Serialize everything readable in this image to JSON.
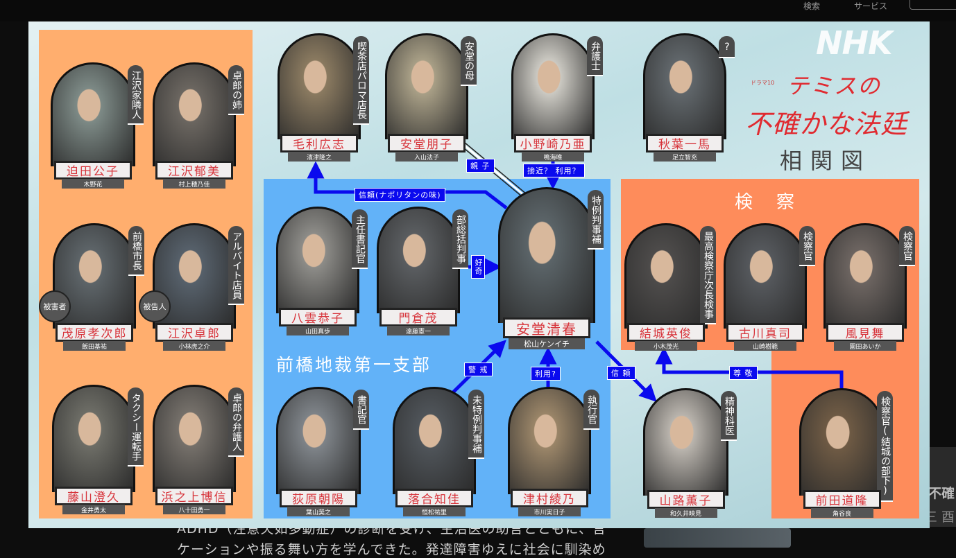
{
  "page": {
    "nav": {
      "search": "検索",
      "services": "サービス"
    },
    "background_text": [
      "ADHD（注意欠如多動症）の診断を受け、主治医の助言とともに、言",
      "ケーションや振る舞い方を学んできた。発達障害ゆえに社会に馴染め"
    ],
    "side_text": [
      "不確",
      "三 酉"
    ]
  },
  "chart": {
    "logo": "NHK",
    "series_label": "ドラマ10",
    "title_line1": "テミスの",
    "title_line2": "不確かな法廷",
    "subtitle": "相関図",
    "groups": {
      "court": "前橋地裁第一支部",
      "prosecution": "検　察"
    },
    "characters": [
      {
        "name": "迫田公子",
        "actor": "木野花",
        "role": "江沢家隣人"
      },
      {
        "name": "江沢郁美",
        "actor": "村上穂乃佳",
        "role": "卓郎の姉"
      },
      {
        "name": "茂原孝次郎",
        "actor": "飯田基祐",
        "role": "前橋市長",
        "badge": "被害者"
      },
      {
        "name": "江沢卓郎",
        "actor": "小林虎之介",
        "role": "アルバイト店員",
        "badge": "被告人"
      },
      {
        "name": "藤山澄久",
        "actor": "金井勇太",
        "role": "タクシー運転手"
      },
      {
        "name": "浜之上博信",
        "actor": "八十田勇一",
        "role": "卓郎の弁護人"
      },
      {
        "name": "毛利広志",
        "actor": "濱津隆之",
        "role": "喫茶店パロマ店長"
      },
      {
        "name": "安堂朋子",
        "actor": "入山法子",
        "role": "安堂の母"
      },
      {
        "name": "小野崎乃亜",
        "actor": "鳴海唯",
        "role": "弁護士"
      },
      {
        "name": "秋葉一馬",
        "actor": "足立智充",
        "role": "?"
      },
      {
        "name": "八雲恭子",
        "actor": "山田真歩",
        "role": "主任書記官"
      },
      {
        "name": "門倉茂",
        "actor": "遠藤憲一",
        "role": "部総括判事"
      },
      {
        "name": "安堂清春",
        "actor": "松山ケンイチ",
        "role": "特例判事補"
      },
      {
        "name": "荻原朝陽",
        "actor": "葉山奨之",
        "role": "書記官"
      },
      {
        "name": "落合知佳",
        "actor": "恒松祐里",
        "role": "未特例判事補"
      },
      {
        "name": "津村綾乃",
        "actor": "市川実日子",
        "role": "執行官"
      },
      {
        "name": "山路薫子",
        "actor": "和久井映見",
        "role": "精神科医"
      },
      {
        "name": "結城英俊",
        "actor": "小木茂光",
        "role": "最高検察庁次長検事"
      },
      {
        "name": "古川真司",
        "actor": "山崎樹範",
        "role": "検察官"
      },
      {
        "name": "風見舞",
        "actor": "園田あいか",
        "role": "検察官"
      },
      {
        "name": "前田道隆",
        "actor": "角谷良",
        "role": "検察官(結城の部下)"
      }
    ],
    "relations": [
      {
        "from": "安堂清春",
        "to": "毛利広志",
        "label": "信頼(ナポリタンの味)"
      },
      {
        "from": "安堂朋子",
        "to": "安堂清春",
        "label": "親 子"
      },
      {
        "from": "小野崎乃亜",
        "to": "安堂清春",
        "label": "接近？ 利用？"
      },
      {
        "from": "門倉茂",
        "to": "安堂清春",
        "label": "好奇"
      },
      {
        "from": "落合知佳",
        "to": "安堂清春",
        "label": "警 戒"
      },
      {
        "from": "津村綾乃",
        "to": "安堂清春",
        "label": "利用?"
      },
      {
        "from": "安堂清春",
        "to": "山路薫子",
        "label": "信 頼"
      },
      {
        "from": "前田道隆",
        "to": "結城英俊",
        "label": "尊 敬"
      }
    ],
    "colors": {
      "accent_red": "#d7343b",
      "arrow_blue": "#0a0aee",
      "court_panel": "#62b2f8",
      "prosecution_panel": "#fe8c5b",
      "left_panel": "#ffae6e"
    }
  }
}
